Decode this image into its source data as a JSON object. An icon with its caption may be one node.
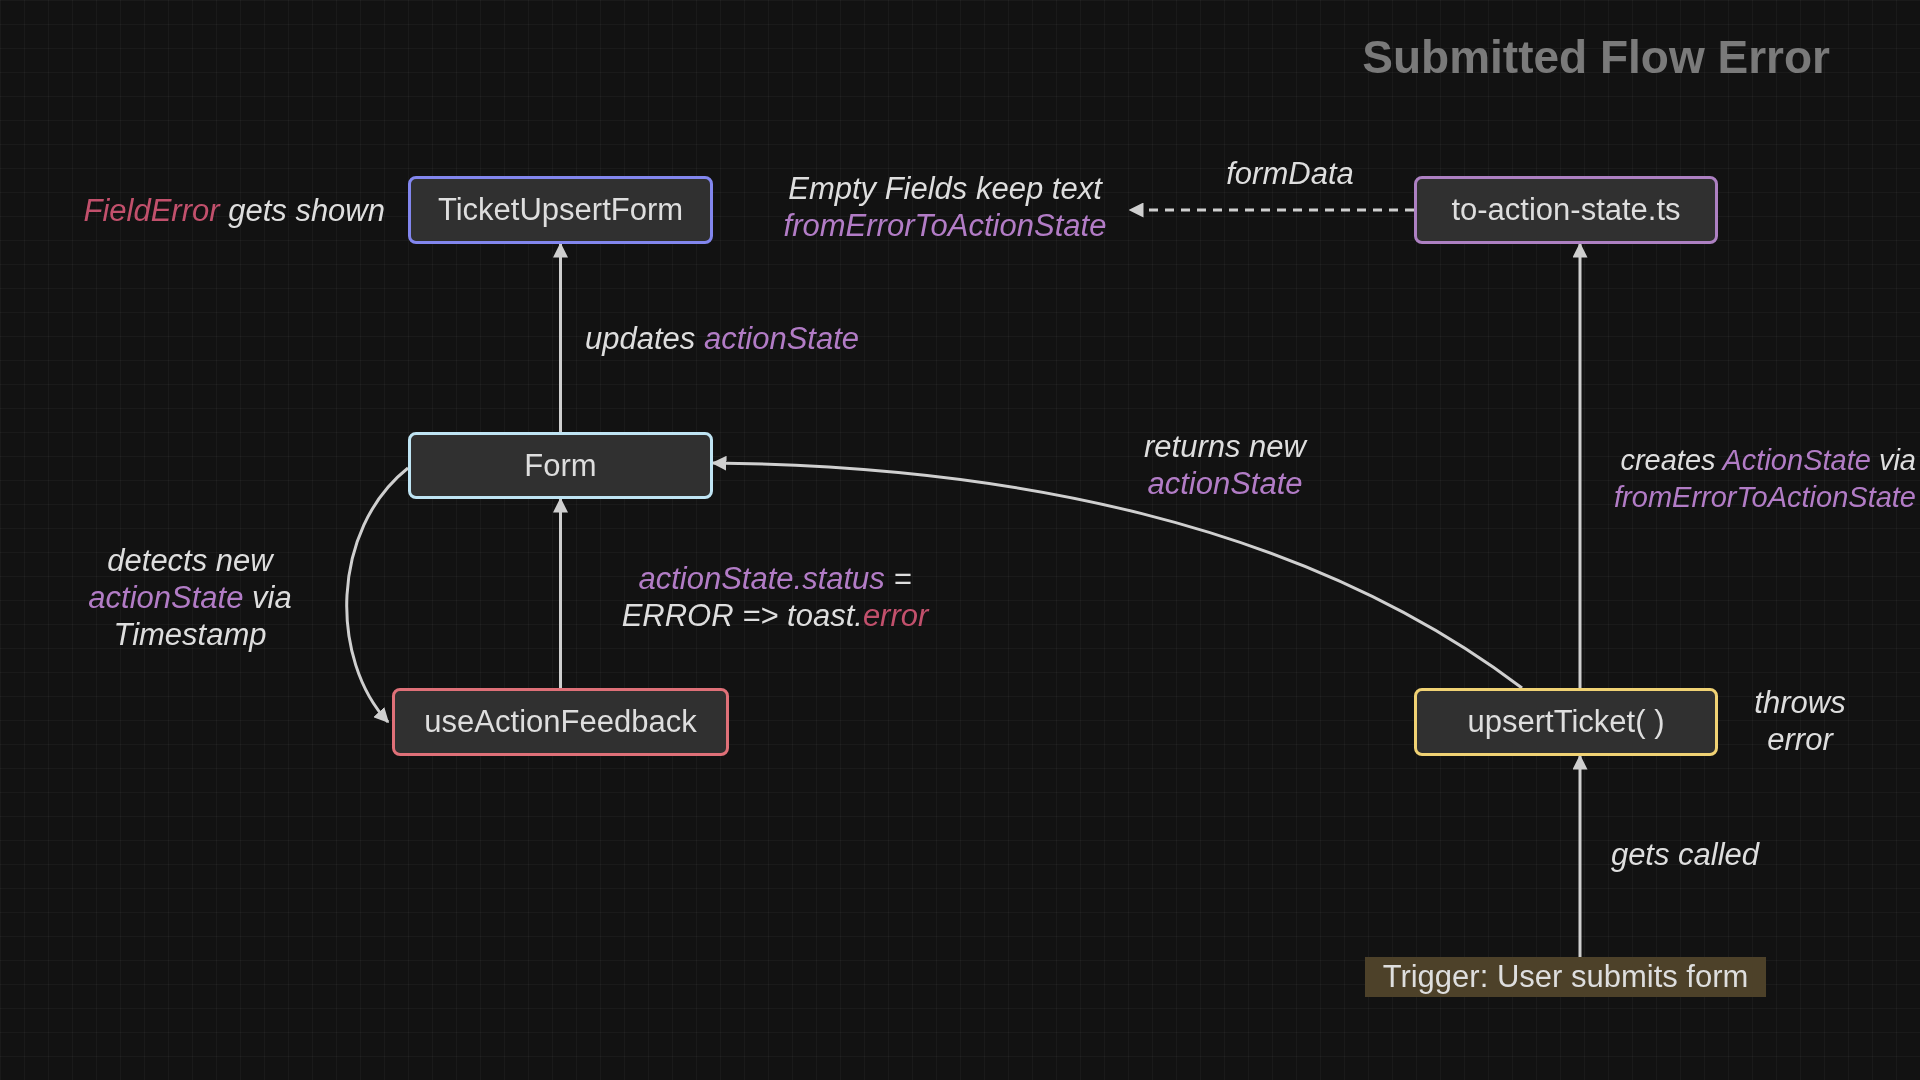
{
  "diagram": {
    "title": "Submitted Flow Error",
    "nodes": [
      {
        "text": [
          "TicketUpsertForm"
        ],
        "beside": [
          "*FieldError* gets shown"
        ]
      },
      {
        "text": [
          "Empty Fields keep text **fromErrorToActionState**"
        ]
      },
      {
        "text": [
          "to-action-state.ts"
        ]
      },
      {
        "text": [
          "Form"
        ]
      },
      {
        "text": [
          "useActionFeedback"
        ]
      },
      {
        "text": [
          "upsertTicket( )"
        ],
        "beside": [
          "throws error"
        ]
      },
      {
        "text": [
          "Trigger: User submits form"
        ]
      }
    ],
    "edges": [
      {
        "from": 2,
        "to": 1,
        "arrow": "to",
        "label": "formData",
        "style": "dashed"
      },
      {
        "from": 3,
        "to": 0,
        "arrow": "to",
        "label": "updates **actionState**"
      },
      {
        "from": 4,
        "to": 3,
        "arrow": "to",
        "label": "**actionState.status** = ERROR => toast.*error*"
      },
      {
        "from": 3,
        "to": 4,
        "arrow": "to",
        "label": "detects new **actionState** via Timestamp"
      },
      {
        "from": 5,
        "to": 3,
        "arrow": "to",
        "label": "returns new **actionState**"
      },
      {
        "from": 5,
        "to": 2,
        "arrow": "to",
        "label": "creates **ActionState** via **fromErrorToActionState**"
      },
      {
        "from": 6,
        "to": 5,
        "arrow": "to",
        "label": "gets called"
      }
    ]
  }
}
